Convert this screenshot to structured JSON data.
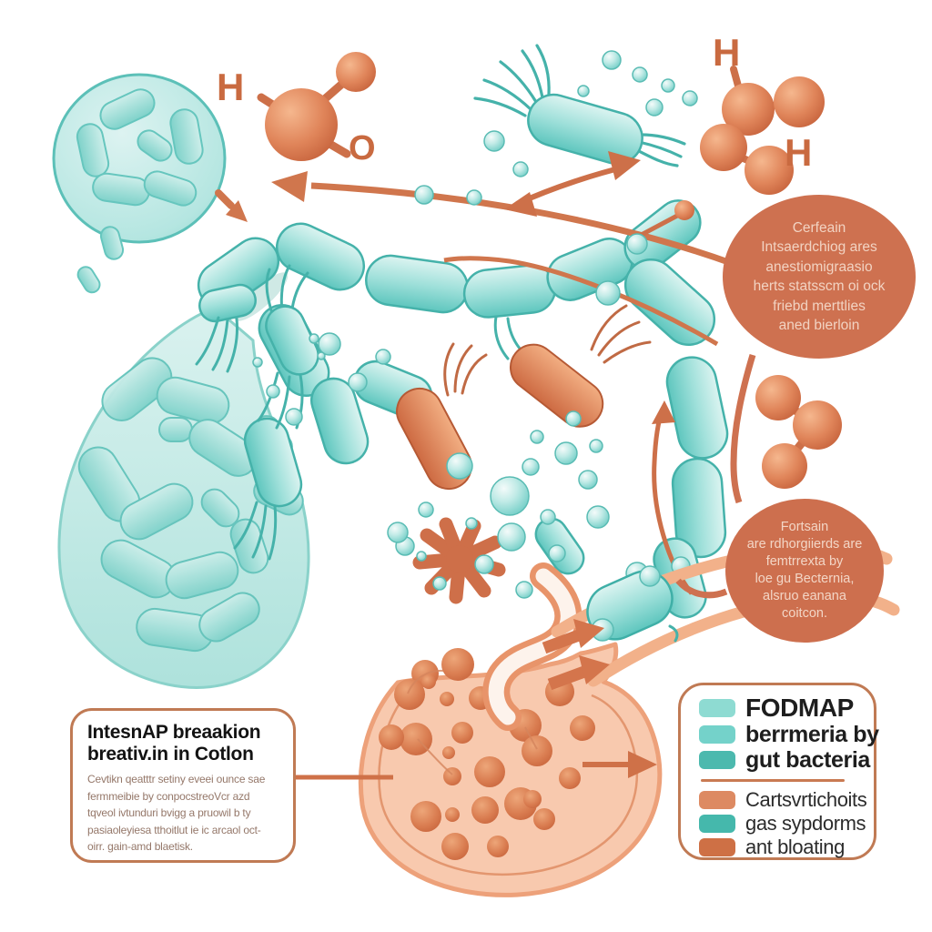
{
  "figure": {
    "description": "Medical infographic illustration of FODMAP breakdown by gut bacteria in the colon",
    "background": "#ffffff"
  },
  "colors": {
    "teal": "#5fc4bc",
    "teal_light": "#c9ece8",
    "orange": "#cd7049",
    "orange_light": "#f6c5a9",
    "speech_bubble_fill": "#ce7150",
    "speech_text": "#f2d3c2",
    "box_outline": "#c07a54",
    "title_text": "#131313",
    "body_text": "#95786a",
    "legend_text": "#1e1e1e"
  },
  "molecule_labels": {
    "h_left": "H",
    "o_left": "O",
    "h_top_right": "H",
    "h_right": "H"
  },
  "speech_bubbles": {
    "certain_bubble": {
      "lines": [
        "Cerfeain",
        "Intsaerdchiog ares",
        "anestiomigraasio",
        "herts statsscm oi ock",
        "friebd merttlies",
        "aned bierloin"
      ]
    },
    "fortsain_bubble": {
      "lines": [
        "Fortsain",
        "are rdhorgiierds are",
        "femtrrexta by",
        "loe gu Becternia,",
        "alsruo eanana",
        "coitcon."
      ]
    }
  },
  "info_box": {
    "title_lines": [
      "IntesnAP breaakion",
      "breativ.in in Cotlon"
    ],
    "body_lines": [
      "Cevtikn qeatttr setiny eveei ounce sae",
      "fermmeibie by conpocstreoVcr azd",
      "tqveol ivtunduri bvigg a pruowil b ty",
      "pasiaoleyiesa tthoitlut ie ic arcaol oct-",
      "oirr. gain-amd blaetisk."
    ]
  },
  "legend": {
    "fodmap_rows": [
      {
        "swatch": "#8edbd2",
        "label": "FODMAP"
      },
      {
        "swatch": "#74d2ca",
        "label": "berrmeria by"
      },
      {
        "swatch": "#4cb9ae",
        "label": "gut bacteria"
      }
    ],
    "symptom_rows": [
      {
        "swatch": "#dd8a62",
        "label": "Cartsvrtichoits"
      },
      {
        "swatch": "#45b8ac",
        "label": "gas sypdorms"
      },
      {
        "swatch": "#ce7045",
        "label": "ant bloating"
      }
    ]
  }
}
